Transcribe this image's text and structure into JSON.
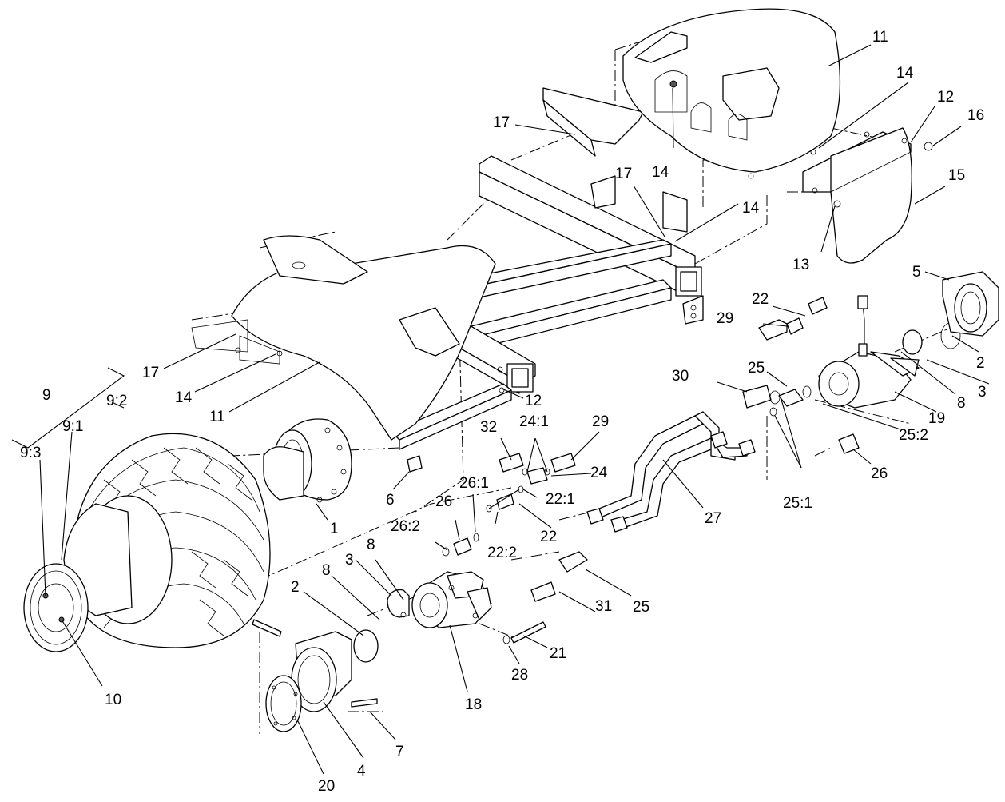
{
  "callouts": [
    {
      "id": "c-11a",
      "text": "11"
    },
    {
      "id": "c-14a",
      "text": "14"
    },
    {
      "id": "c-12a",
      "text": "12"
    },
    {
      "id": "c-16",
      "text": "16"
    },
    {
      "id": "c-17a",
      "text": "17"
    },
    {
      "id": "c-14b",
      "text": "14"
    },
    {
      "id": "c-15",
      "text": "15"
    },
    {
      "id": "c-17b",
      "text": "17"
    },
    {
      "id": "c-14c",
      "text": "14"
    },
    {
      "id": "c-13",
      "text": "13"
    },
    {
      "id": "c-5",
      "text": "5"
    },
    {
      "id": "c-22a",
      "text": "22"
    },
    {
      "id": "c-29a",
      "text": "29"
    },
    {
      "id": "c-2a",
      "text": "2"
    },
    {
      "id": "c-3a",
      "text": "3"
    },
    {
      "id": "c-8a",
      "text": "8"
    },
    {
      "id": "c-30",
      "text": "30"
    },
    {
      "id": "c-25a",
      "text": "25"
    },
    {
      "id": "c-19",
      "text": "19"
    },
    {
      "id": "c-25-2",
      "text": "25:2"
    },
    {
      "id": "c-17c",
      "text": "17"
    },
    {
      "id": "c-9",
      "text": "9"
    },
    {
      "id": "c-14d",
      "text": "14"
    },
    {
      "id": "c-11b",
      "text": "11"
    },
    {
      "id": "c-12b",
      "text": "12"
    },
    {
      "id": "c-9-2",
      "text": "9:2"
    },
    {
      "id": "c-9-1",
      "text": "9:1"
    },
    {
      "id": "c-9-3",
      "text": "9:3"
    },
    {
      "id": "c-32",
      "text": "32"
    },
    {
      "id": "c-24-1",
      "text": "24:1"
    },
    {
      "id": "c-29b",
      "text": "29"
    },
    {
      "id": "c-24",
      "text": "24"
    },
    {
      "id": "c-26a",
      "text": "26"
    },
    {
      "id": "c-6",
      "text": "6"
    },
    {
      "id": "c-26-1",
      "text": "26:1"
    },
    {
      "id": "c-22-1",
      "text": "22:1"
    },
    {
      "id": "c-25-1",
      "text": "25:1"
    },
    {
      "id": "c-1",
      "text": "1"
    },
    {
      "id": "c-26b",
      "text": "26"
    },
    {
      "id": "c-26-2",
      "text": "26:2"
    },
    {
      "id": "c-22b",
      "text": "22"
    },
    {
      "id": "c-27",
      "text": "27"
    },
    {
      "id": "c-22-2",
      "text": "22:2"
    },
    {
      "id": "c-8b",
      "text": "8"
    },
    {
      "id": "c-3b",
      "text": "3"
    },
    {
      "id": "c-8c",
      "text": "8"
    },
    {
      "id": "c-2b",
      "text": "2"
    },
    {
      "id": "c-25b",
      "text": "25"
    },
    {
      "id": "c-31",
      "text": "31"
    },
    {
      "id": "c-21",
      "text": "21"
    },
    {
      "id": "c-28",
      "text": "28"
    },
    {
      "id": "c-10",
      "text": "10"
    },
    {
      "id": "c-18",
      "text": "18"
    },
    {
      "id": "c-7",
      "text": "7"
    },
    {
      "id": "c-4",
      "text": "4"
    },
    {
      "id": "c-20",
      "text": "20"
    }
  ]
}
